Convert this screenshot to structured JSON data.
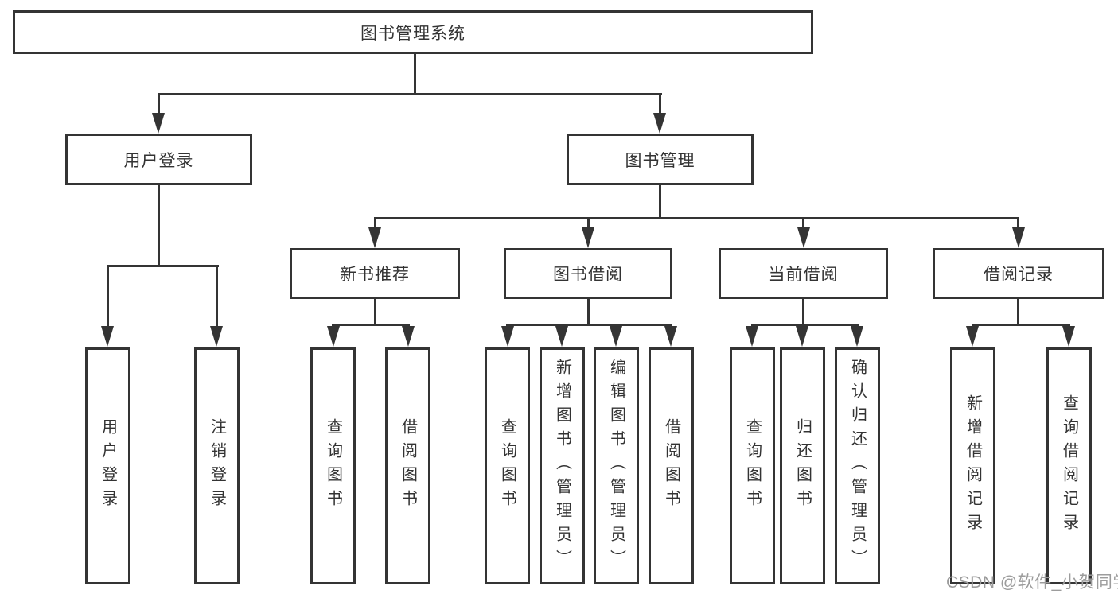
{
  "tree": {
    "root": "图书管理系统",
    "branches": [
      {
        "label": "用户登录",
        "leaves": [
          "用户登录",
          "注销登录"
        ]
      },
      {
        "label": "图书管理",
        "children": [
          {
            "label": "新书推荐",
            "leaves": [
              "查询图书",
              "借阅图书"
            ]
          },
          {
            "label": "图书借阅",
            "leaves": [
              "查询图书",
              "新增图书（管理员）",
              "编辑图书（管理员）",
              "借阅图书"
            ]
          },
          {
            "label": "当前借阅",
            "leaves": [
              "查询图书",
              "归还图书",
              "确认归还（管理员）"
            ]
          },
          {
            "label": "借阅记录",
            "leaves": [
              "新增借阅记录",
              "查询借阅记录"
            ]
          }
        ]
      }
    ]
  },
  "watermark": "CSDN @软件_小贺同学",
  "colors": {
    "line": "#343434",
    "text": "#333333",
    "watermark": "#9c9c9c",
    "background": "#ffffff"
  }
}
